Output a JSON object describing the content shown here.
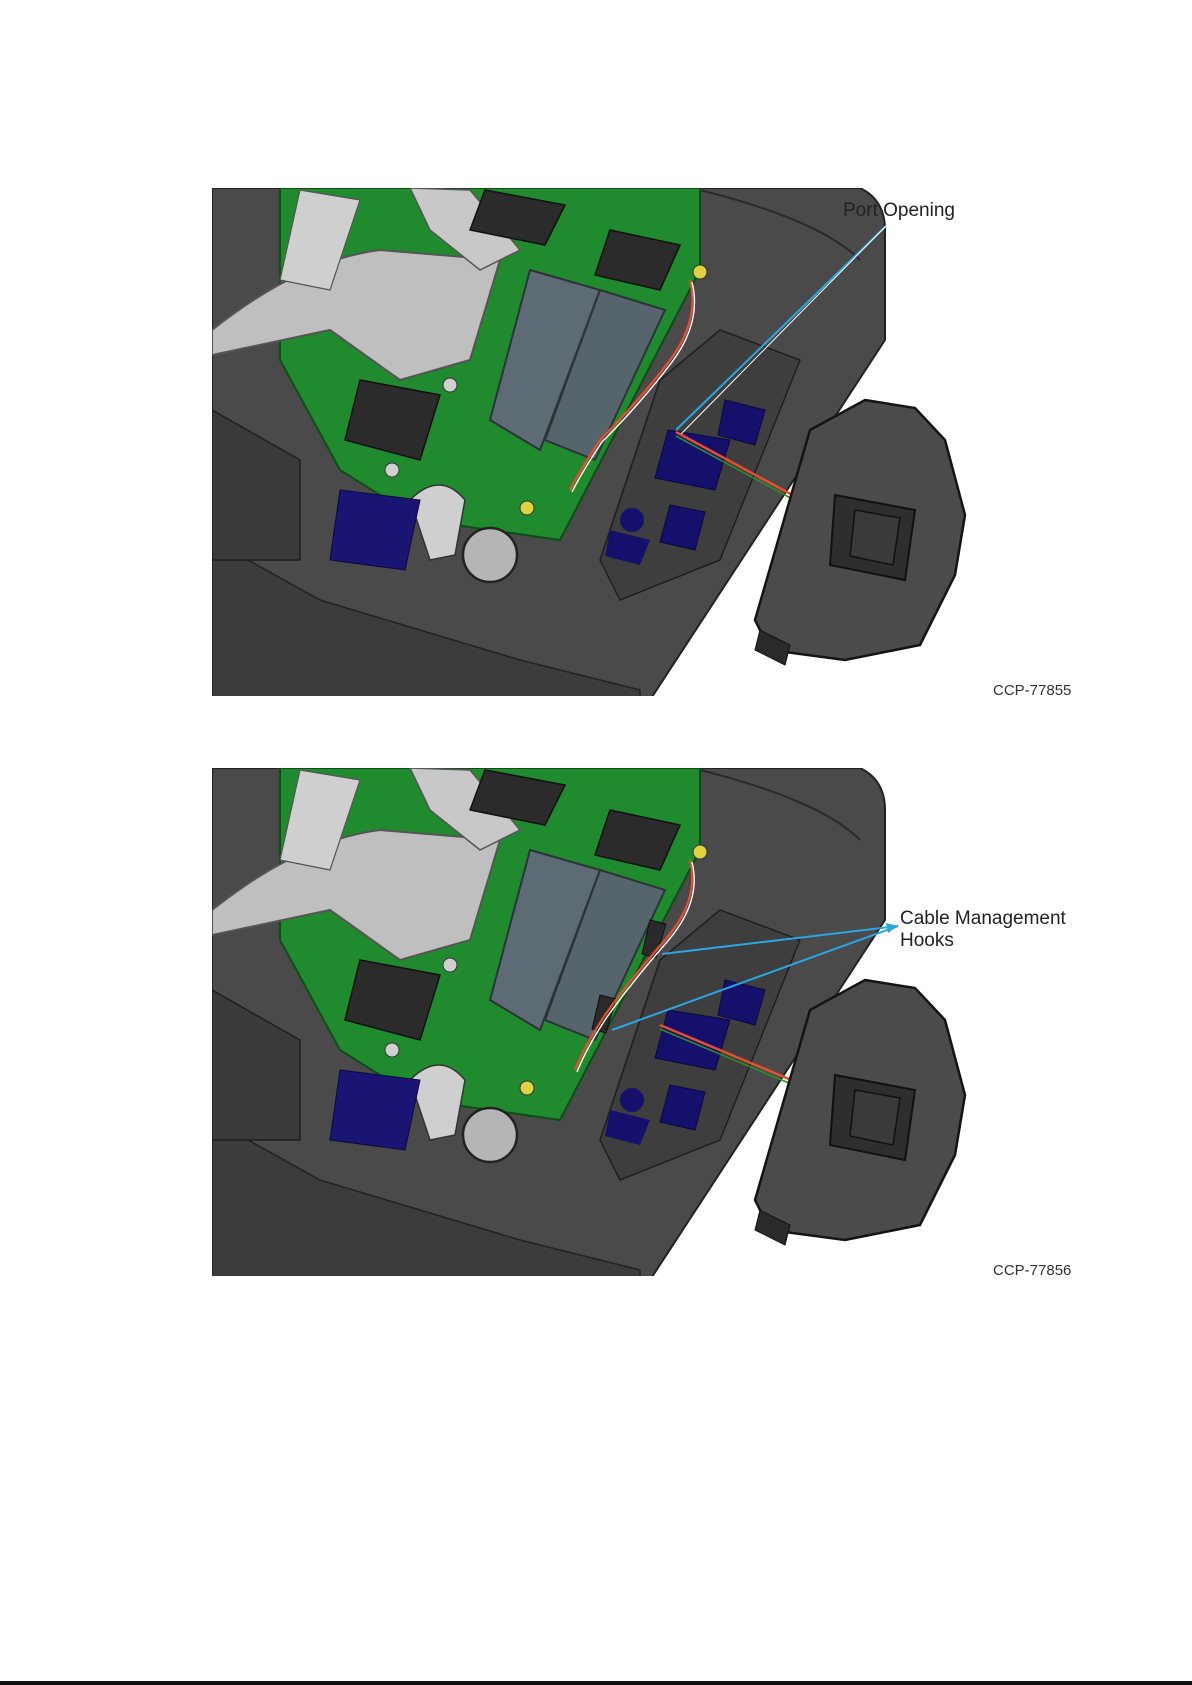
{
  "figures": [
    {
      "callout": "Port Opening",
      "figure_id": "CCP-77855"
    },
    {
      "callout_line1": "Cable Management",
      "callout_line2": "Hooks",
      "figure_id": "CCP-77856"
    }
  ],
  "colors": {
    "enclosure": "#4a4a4a",
    "enclosure_dark": "#2f2f2f",
    "pcb": "#1f8a2e",
    "ram": "#5d6b74",
    "heatsink": "#bfbfbf",
    "port_blocks": "#15106b",
    "leader_line": "#2aa7e0"
  }
}
